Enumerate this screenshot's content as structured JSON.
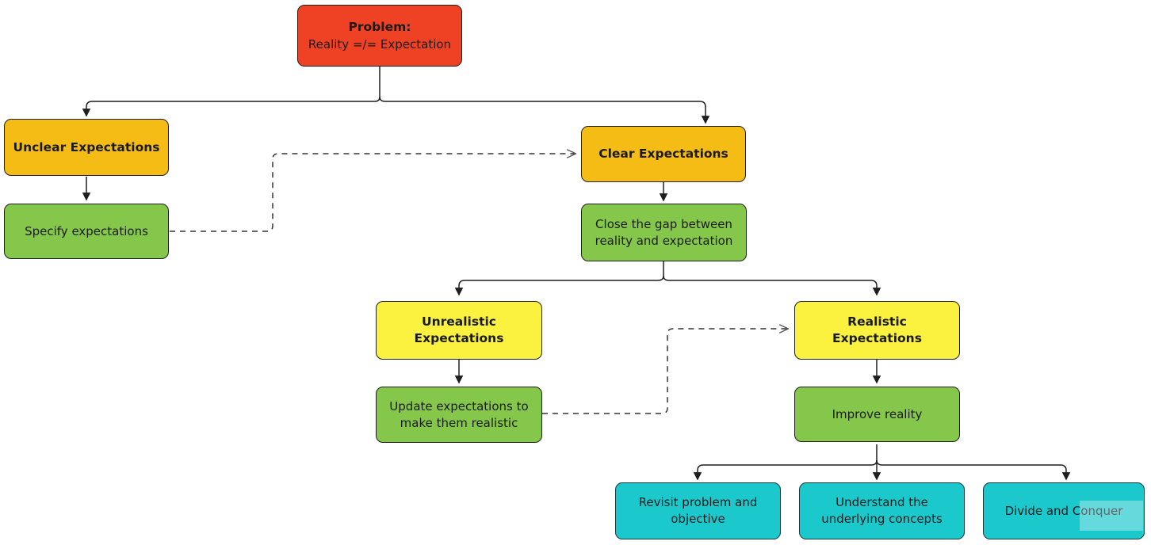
{
  "diagram": {
    "title": "Problem solving expectations flowchart",
    "background": "#ffffff",
    "palette": {
      "problem_red": "#ef4123",
      "expectation_amber": "#f5bc16",
      "expectation_yellow": "#faf23f",
      "action_green": "#85c74a",
      "task_cyan": "#1bc9cd",
      "edge_stroke": "#1f1f1f",
      "dashed_stroke": "#333333"
    },
    "nodes": [
      {
        "id": "problem",
        "line1": "Problem:",
        "line2": "Reality =/= Expectation",
        "color": "problem_red"
      },
      {
        "id": "unclear-expectations",
        "label": "Unclear Expectations",
        "color": "expectation_amber"
      },
      {
        "id": "clear-expectations",
        "label": "Clear Expectations",
        "color": "expectation_amber"
      },
      {
        "id": "specify-expectations",
        "label": "Specify expectations",
        "color": "action_green"
      },
      {
        "id": "close-the-gap",
        "label": "Close the gap between reality and expectation",
        "color": "action_green"
      },
      {
        "id": "unrealistic-expectations",
        "label": "Unrealistic Expectations",
        "color": "expectation_yellow"
      },
      {
        "id": "realistic-expectations",
        "label": "Realistic Expectations",
        "color": "expectation_yellow"
      },
      {
        "id": "update-expectations",
        "label": "Update expectations to make them realistic",
        "color": "action_green"
      },
      {
        "id": "improve-reality",
        "label": "Improve reality",
        "color": "action_green"
      },
      {
        "id": "revisit-problem",
        "label": "Revisit problem and objective",
        "color": "task_cyan"
      },
      {
        "id": "understand-concepts",
        "label": "Understand the underlying concepts",
        "color": "task_cyan"
      },
      {
        "id": "divide-and-conquer",
        "label": "Divide and Conquer",
        "color": "task_cyan"
      }
    ],
    "edges": [
      {
        "from": "problem",
        "to": "unclear-expectations",
        "style": "solid"
      },
      {
        "from": "problem",
        "to": "clear-expectations",
        "style": "solid"
      },
      {
        "from": "unclear-expectations",
        "to": "specify-expectations",
        "style": "solid"
      },
      {
        "from": "specify-expectations",
        "to": "clear-expectations",
        "style": "dashed"
      },
      {
        "from": "clear-expectations",
        "to": "close-the-gap",
        "style": "solid"
      },
      {
        "from": "close-the-gap",
        "to": "unrealistic-expectations",
        "style": "solid"
      },
      {
        "from": "close-the-gap",
        "to": "realistic-expectations",
        "style": "solid"
      },
      {
        "from": "unrealistic-expectations",
        "to": "update-expectations",
        "style": "solid"
      },
      {
        "from": "update-expectations",
        "to": "realistic-expectations",
        "style": "dashed"
      },
      {
        "from": "realistic-expectations",
        "to": "improve-reality",
        "style": "solid"
      },
      {
        "from": "improve-reality",
        "to": "revisit-problem",
        "style": "solid"
      },
      {
        "from": "improve-reality",
        "to": "understand-concepts",
        "style": "solid"
      },
      {
        "from": "improve-reality",
        "to": "divide-and-conquer",
        "style": "solid"
      }
    ]
  }
}
